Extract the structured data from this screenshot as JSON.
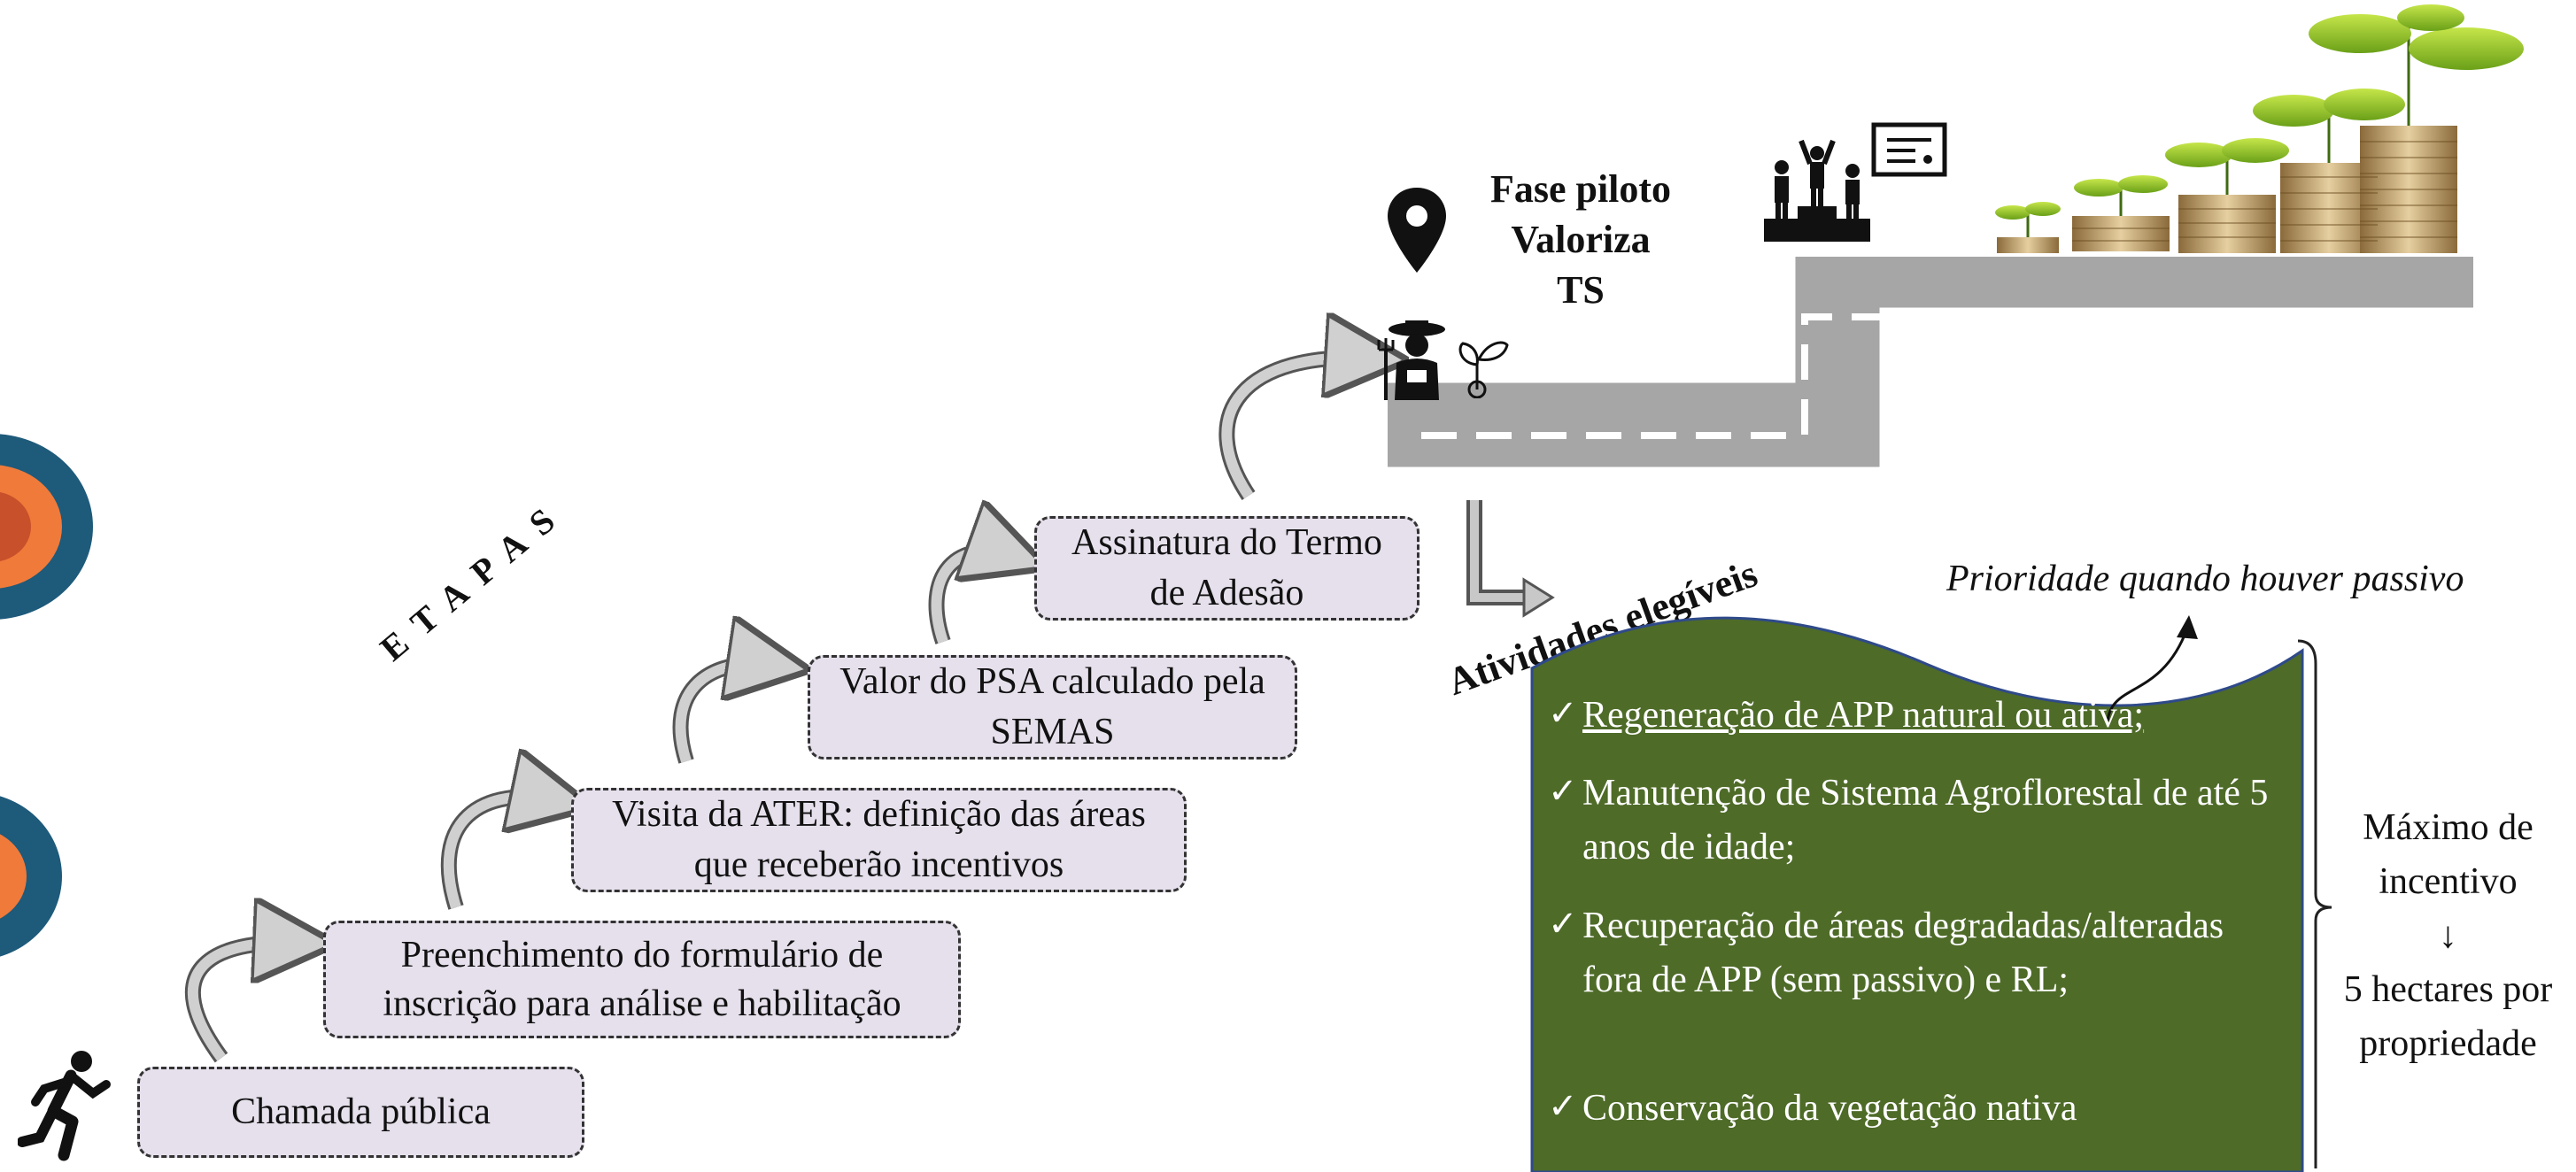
{
  "steps": [
    {
      "label": "Chamada pública"
    },
    {
      "label": "Preenchimento do formulário de inscrição para análise e habilitação"
    },
    {
      "label": "Visita da ATER: definição das áreas que receberão incentivos"
    },
    {
      "label": "Valor do PSA calculado pela SEMAS"
    },
    {
      "label": "Assinatura do Termo de Adesão"
    }
  ],
  "etapas_label": "ETAPAS",
  "phase": {
    "line1": "Fase piloto",
    "line2": "Valoriza",
    "line3": "TS"
  },
  "activities": {
    "title": "Atividades elegíveis",
    "priority_note": "Prioridade quando houver passivo",
    "check_symbol": "✓",
    "items": [
      "Regeneração de APP natural ou ativa;",
      "Manutenção de Sistema Agroflorestal de até 5 anos de idade;",
      "Recuperação de áreas degradadas/alteradas fora de APP (sem passivo) e RL;",
      "Conservação da vegetação nativa"
    ]
  },
  "max_incentive": {
    "line1": "Máximo de",
    "line2": "incentivo",
    "arrow": "↓",
    "line3": "5 hectares por",
    "line4": "propriedade"
  },
  "colors": {
    "step_fill": "#e6e0ec",
    "banner_fill": "#4e6b28",
    "road": "#a6a6a6",
    "target_blue": "#1e5a7a",
    "target_orange": "#f07a3a"
  },
  "icons": [
    "runner-icon",
    "location-pin-icon",
    "farmer-icon",
    "seedling-icon",
    "podium-icon",
    "certificate-icon",
    "coin-plants-icon"
  ]
}
